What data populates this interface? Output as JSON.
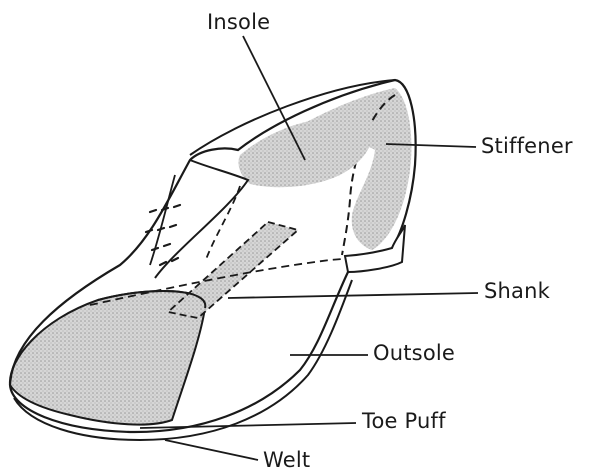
{
  "diagram": {
    "labels": {
      "insole": "Insole",
      "stiffener": "Stiffener",
      "shank": "Shank",
      "outsole": "Outsole",
      "toe_puff": "Toe Puff",
      "welt": "Welt"
    }
  },
  "colors": {
    "ink": "#1a1a1a",
    "stipple": "#c4c4c4",
    "paper": "#ffffff"
  }
}
